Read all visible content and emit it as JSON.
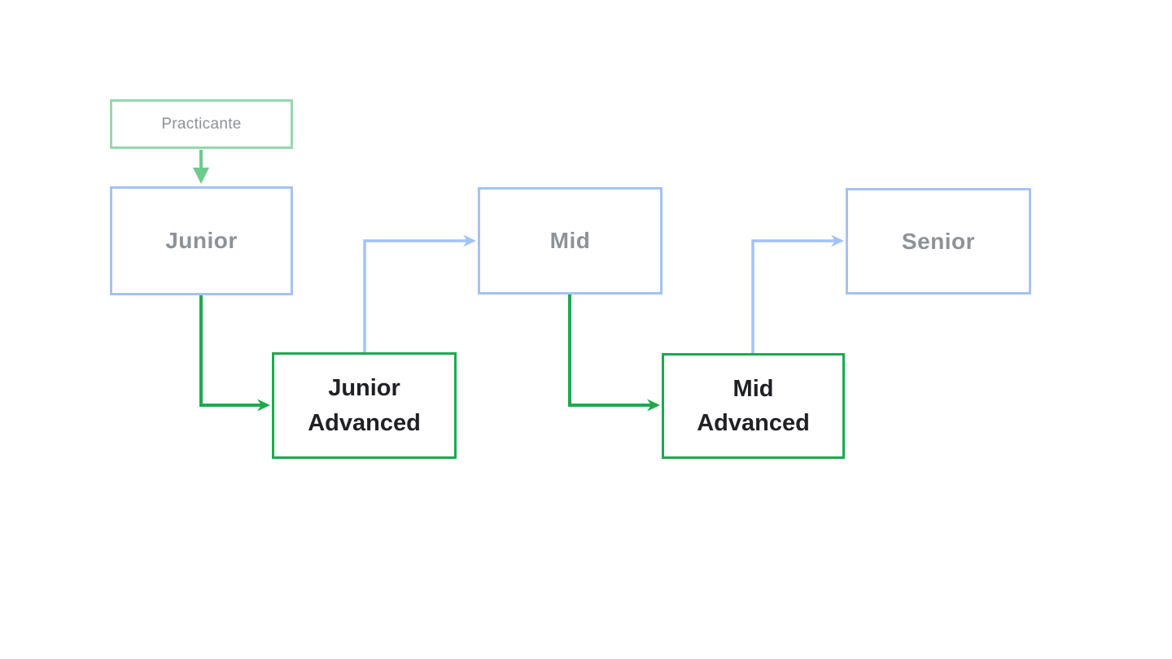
{
  "colors": {
    "background": "#FFFFFF",
    "light_green_border": "#95D8AC",
    "light_green_arrow": "#6CCB8E",
    "green": "#1CA94F",
    "light_blue": "#A4C2F4",
    "gray_text": "#8D9297",
    "dark_text": "#202124"
  },
  "diagram": {
    "type": "flowchart",
    "nodes": {
      "practicante": {
        "label": "Practicante",
        "emphasis": "muted",
        "border_color": "#95D8AC"
      },
      "junior": {
        "label": "Junior",
        "emphasis": "muted",
        "border_color": "#A4C2F4"
      },
      "junior_advanced": {
        "label": "Junior Advanced",
        "emphasis": "strong",
        "border_color": "#1CA94F"
      },
      "mid": {
        "label": "Mid",
        "emphasis": "muted",
        "border_color": "#A4C2F4"
      },
      "mid_advanced": {
        "label": "Mid Advanced",
        "emphasis": "strong",
        "border_color": "#1CA94F"
      },
      "senior": {
        "label": "Senior",
        "emphasis": "muted",
        "border_color": "#A4C2F4"
      }
    },
    "edges": [
      {
        "from": "practicante",
        "to": "junior",
        "color": "#6CCB8E",
        "head": "solid-triangle",
        "route": "straight-down"
      },
      {
        "from": "junior",
        "to": "junior_advanced",
        "color": "#1CA94F",
        "head": "stealth",
        "route": "down-then-right"
      },
      {
        "from": "junior_advanced",
        "to": "mid",
        "color": "#A4C2F4",
        "head": "stealth",
        "route": "up-then-right"
      },
      {
        "from": "mid",
        "to": "mid_advanced",
        "color": "#1CA94F",
        "head": "stealth",
        "route": "down-then-right"
      },
      {
        "from": "mid_advanced",
        "to": "senior",
        "color": "#A4C2F4",
        "head": "stealth",
        "route": "up-then-right"
      }
    ]
  }
}
